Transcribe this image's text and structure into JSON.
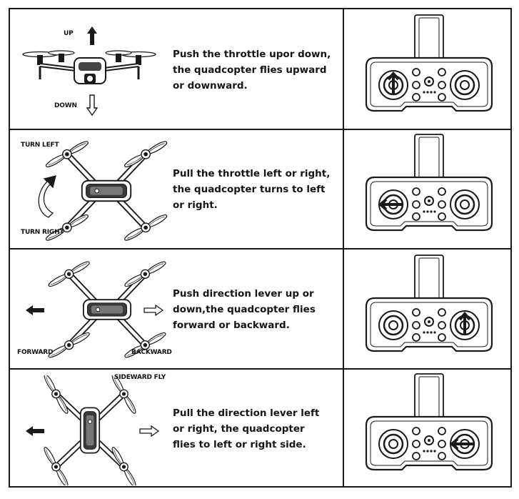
{
  "rows": [
    {
      "instruction": "Push the throttle upor down,\nthe quadcopter flies upward\nor downward.",
      "labels": {
        "top": "UP",
        "bottom": "DOWN"
      },
      "icons": [
        "drone-front-icon",
        "arrow-up-icon",
        "arrow-down-icon",
        "controller-icon"
      ]
    },
    {
      "instruction": "Pull the throttle left or right,\nthe quadcopter turns to left\nor right.",
      "labels": {
        "top": "TURN LEFT",
        "bottom": "TURN RIGHT"
      },
      "icons": [
        "drone-top-icon",
        "curved-arrow-icon",
        "controller-icon"
      ]
    },
    {
      "instruction": "Push direction lever up or\ndown,the quadcopter flies\nforward or backward.",
      "labels": {
        "left": "FORWARD",
        "right": "BACKWARD"
      },
      "icons": [
        "drone-top-icon",
        "arrow-left-icon",
        "arrow-right-icon",
        "controller-icon"
      ]
    },
    {
      "instruction": "Pull the direction lever left\nor right, the quadcopter\nflies to left or right side.",
      "labels": {
        "top": "SIDEWARD FLY"
      },
      "icons": [
        "drone-top-icon",
        "arrow-left-icon",
        "arrow-right-icon",
        "controller-icon"
      ]
    }
  ]
}
